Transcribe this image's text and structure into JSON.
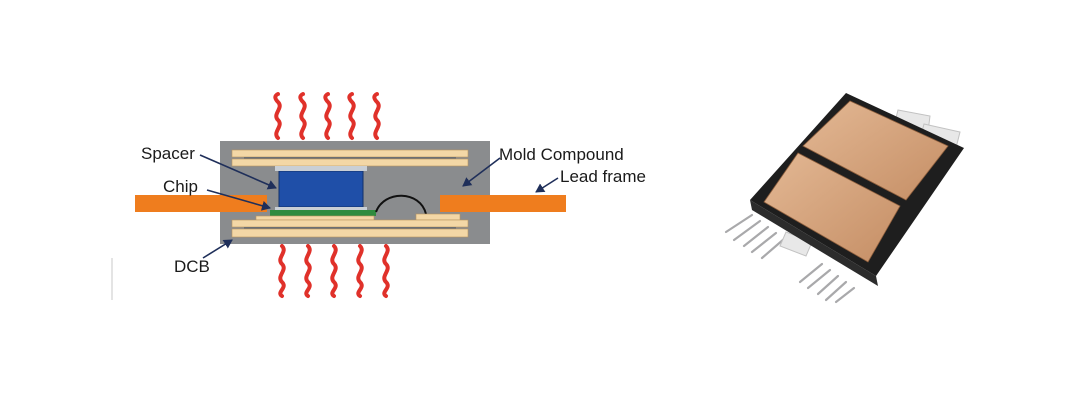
{
  "labels": {
    "spacer": "Spacer",
    "chip": "Chip",
    "dcb": "DCB",
    "mold_compound": "Mold Compound",
    "lead_frame": "Lead frame"
  },
  "colors": {
    "mold": "#8a8c8e",
    "dcb_layer": "#f3d7a6",
    "spacer": "#1f4fa8",
    "chip": "#2e8b3e",
    "lead_frame": "#ef7d1e",
    "heat": "#e0312a",
    "package_body": "#1e1e1e",
    "package_top": "#d6a47c"
  },
  "icons": {
    "heat": "heat-wave-icon",
    "arrow": "pointer-arrow-icon"
  }
}
